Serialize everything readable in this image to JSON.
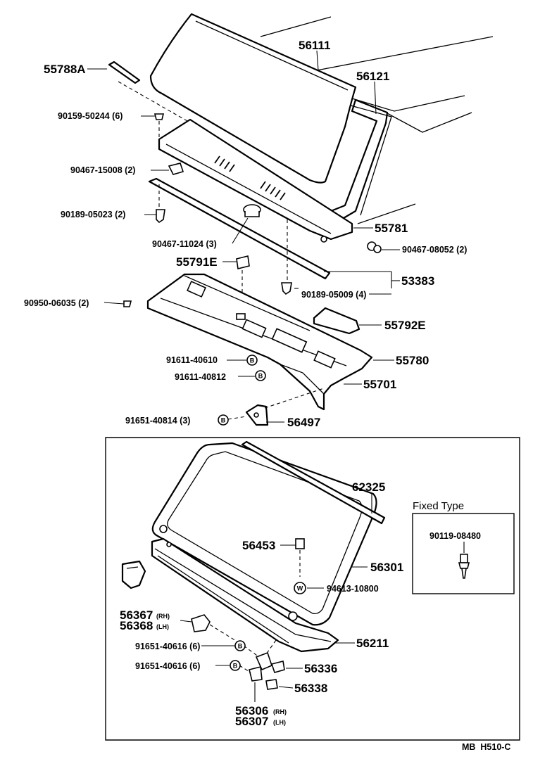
{
  "parts": {
    "p56111": "56111",
    "p56121": "56121",
    "p55788A": "55788A",
    "p9015950244": "90159-50244 (6)",
    "p9046715008": "90467-15008 (2)",
    "p9018905023": "90189-05023 (2)",
    "p9046711024": "90467-11024 (3)",
    "p55781": "55781",
    "p9046708052": "90467-08052 (2)",
    "p55791E": "55791E",
    "p53383": "53383",
    "p9018905009": "90189-05009 (4)",
    "p9095006035": "90950-06035 (2)",
    "p55792E": "55792E",
    "p9161140610": "91611-40610",
    "p55780": "55780",
    "p9161140812": "91611-40812",
    "p55701": "55701",
    "p9165140814": "91651-40814 (3)",
    "p56497": "56497",
    "p62325": "62325",
    "p56453": "56453",
    "p56301": "56301",
    "p9461310800": "94613-10800",
    "p56367": "56367",
    "p56368": "56368",
    "p9165140616a": "91651-40616 (6)",
    "p9165140616b": "91651-40616 (6)",
    "p56211": "56211",
    "p56336": "56336",
    "p56338": "56338",
    "p56306": "56306",
    "p56307": "56307",
    "p9011908480": "90119-08480"
  },
  "suffix": {
    "rh": "(RH)",
    "lh": "(LH)"
  },
  "markers": {
    "b": "B",
    "w": "W"
  },
  "inset": {
    "title": "Fixed Type"
  },
  "footer": {
    "code": "MB  H510-C"
  }
}
